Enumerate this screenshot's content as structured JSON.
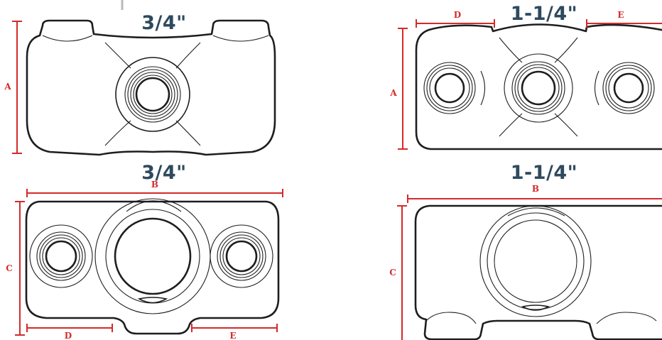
{
  "colors": {
    "dimension": "#d42a2a",
    "size_text": "#2e4a5e",
    "outline": "#1e1e1e"
  },
  "panels": {
    "top_left": {
      "size": "3/4\"",
      "labels": {
        "a": "A"
      }
    },
    "top_right": {
      "size": "1-1/4\"",
      "labels": {
        "a": "A",
        "d": "D",
        "e": "E"
      }
    },
    "bottom_left": {
      "size": "3/4\"",
      "labels": {
        "b": "B",
        "c": "C",
        "d": "D",
        "e": "E"
      }
    },
    "bottom_right": {
      "size": "1-1/4\"",
      "labels": {
        "b": "B",
        "c": "C"
      }
    }
  }
}
